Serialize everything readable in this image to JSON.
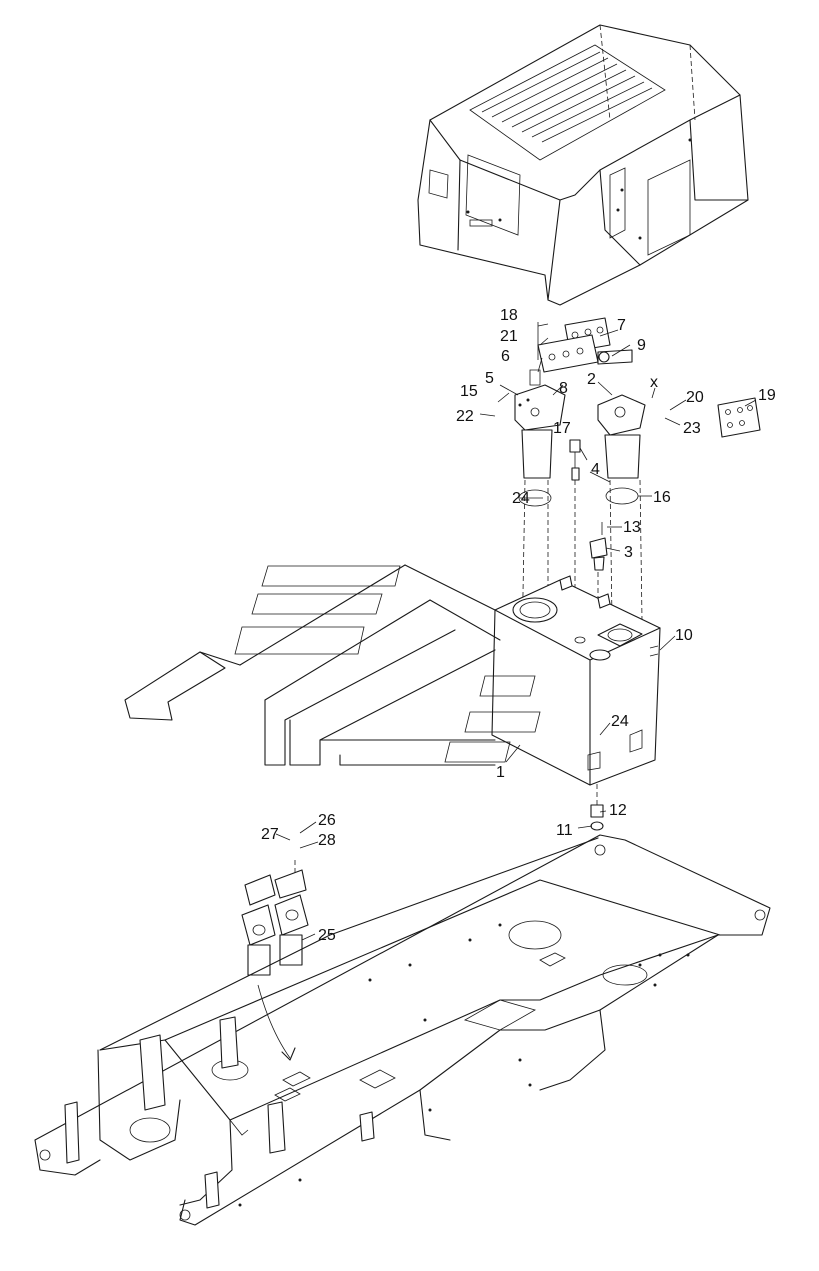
{
  "callouts": {
    "c1": "1",
    "c2": "2",
    "c3": "3",
    "c4": "4",
    "c5": "5",
    "c6": "6",
    "c7": "7",
    "c8": "8",
    "c9": "9",
    "c10": "10",
    "c11": "11",
    "c12": "12",
    "c13": "13",
    "c15": "15",
    "c16": "16",
    "c17": "17",
    "c18": "18",
    "c19": "19",
    "c20": "20",
    "c21": "21",
    "c22": "22",
    "c23": "23",
    "c24a": "24",
    "c24b": "24",
    "c25": "25",
    "c26": "26",
    "c27": "27",
    "c28": "28",
    "cx": "x"
  }
}
